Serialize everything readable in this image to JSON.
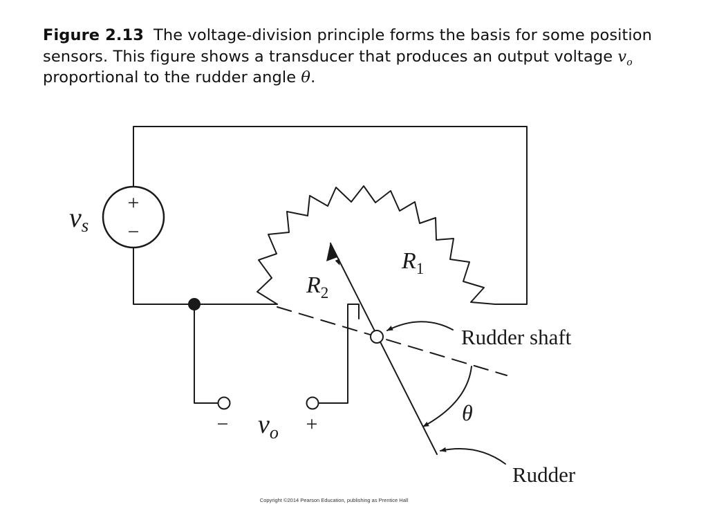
{
  "caption": {
    "figure_label": "Figure 2.13",
    "text_part1": "The voltage-division principle forms the basis for some position sensors. This figure shows a transducer that produces an output voltage ",
    "vo_symbol": "v",
    "vo_subscript": "o",
    "text_part2": " proportional to the rudder angle ",
    "theta_symbol": "θ",
    "text_end": "."
  },
  "diagram": {
    "source_label_main": "v",
    "source_label_sub": "s",
    "source_plus": "+",
    "source_minus": "−",
    "r1_main": "R",
    "r1_sub": "1",
    "r2_main": "R",
    "r2_sub": "2",
    "rudder_shaft_label": "Rudder shaft",
    "theta_label": "θ",
    "rudder_label": "Rudder",
    "output_minus": "−",
    "output_plus": "+",
    "vo_main": "v",
    "vo_sub": "o"
  },
  "footer": {
    "copyright": "Copyright ©2014 Pearson Education, publishing as Prentice Hall"
  },
  "colors": {
    "ink": "#1a1a1a",
    "background": "#ffffff"
  }
}
